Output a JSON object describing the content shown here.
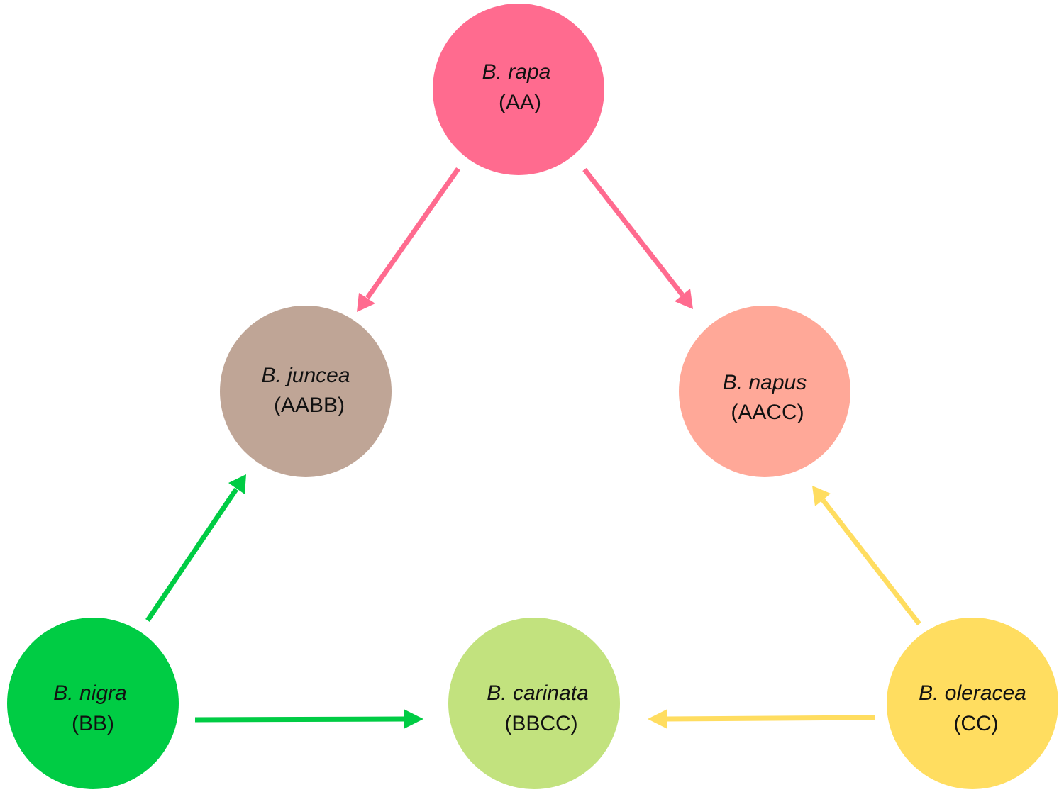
{
  "nodes": {
    "rapa": {
      "name": "B. rapa",
      "genome": "(AA)",
      "color": "#FF6B8F"
    },
    "juncea": {
      "name": "B. juncea",
      "genome": "(AABB)",
      "color": "#BFA596"
    },
    "napus": {
      "name": "B. napus",
      "genome": "(AACC)",
      "color": "#FFA898"
    },
    "nigra": {
      "name": "B. nigra",
      "genome": "(BB)",
      "color": "#00CC44"
    },
    "carinata": {
      "name": "B. carinata",
      "genome": "(BBCC)",
      "color": "#C2E27E"
    },
    "oleracea": {
      "name": "B. oleracea",
      "genome": "(CC)",
      "color": "#FFDD60"
    }
  },
  "edges": [
    {
      "from": "rapa",
      "to": "juncea",
      "color": "#FF6B8F"
    },
    {
      "from": "rapa",
      "to": "napus",
      "color": "#FF6B8F"
    },
    {
      "from": "nigra",
      "to": "juncea",
      "color": "#00CC44"
    },
    {
      "from": "nigra",
      "to": "carinata",
      "color": "#00CC44"
    },
    {
      "from": "oleracea",
      "to": "napus",
      "color": "#FFDD60"
    },
    {
      "from": "oleracea",
      "to": "carinata",
      "color": "#FFDD60"
    }
  ]
}
